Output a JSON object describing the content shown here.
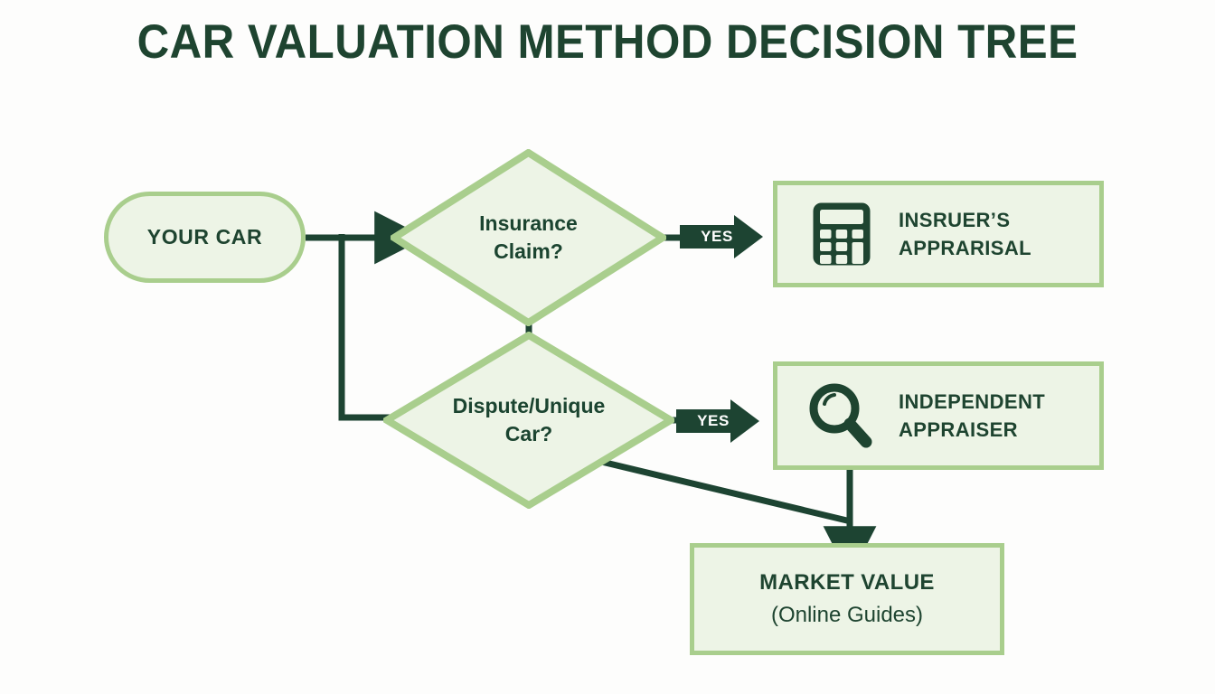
{
  "page": {
    "title": "CAR VALUATION METHOD DECISION TREE",
    "background_color": "#fdfdfc"
  },
  "theme": {
    "dark_green": "#1e4430",
    "border_green": "#a9ce8d",
    "fill_green": "#edf4e6",
    "connector_green": "#1d4432",
    "badge_text_color": "#ffffff"
  },
  "nodes": {
    "start": {
      "label": "YOUR CAR",
      "shape": "rounded-pill"
    },
    "decision_insurance": {
      "line1": "Insurance",
      "line2": "Claim?",
      "shape": "diamond"
    },
    "decision_dispute": {
      "line1": "Dispute/Unique",
      "line2": "Car?",
      "shape": "diamond"
    },
    "outcome_insurer": {
      "line1": "INSRUER’S",
      "line2": "APPRARISAL",
      "icon": "calculator-icon",
      "shape": "rectangle"
    },
    "outcome_independent": {
      "line1": "INDEPENDENT",
      "line2": "APPRAISER",
      "icon": "magnifier-icon",
      "shape": "rectangle"
    },
    "outcome_market": {
      "line1": "MARKET VALUE",
      "line2": "(Online Guides)",
      "shape": "rectangle"
    }
  },
  "edges": {
    "yes_insurance_label": "YES",
    "yes_dispute_label": "YES"
  },
  "chart_data": {
    "type": "diagram",
    "diagram_type": "decision-tree-flowchart",
    "title": "CAR VALUATION METHOD DECISION TREE",
    "nodes": [
      {
        "id": "start",
        "text": "YOUR CAR",
        "shape": "pill"
      },
      {
        "id": "insurance",
        "text": "Insurance Claim?",
        "shape": "diamond"
      },
      {
        "id": "dispute",
        "text": "Dispute/Unique Car?",
        "shape": "diamond"
      },
      {
        "id": "insurer",
        "text": "INSRUER’S APPRARISAL",
        "shape": "rect",
        "icon": "calculator"
      },
      {
        "id": "independent",
        "text": "INDEPENDENT APPRAISER",
        "shape": "rect",
        "icon": "magnifier"
      },
      {
        "id": "market",
        "text": "MARKET VALUE (Online Guides)",
        "shape": "rect"
      }
    ],
    "edges": [
      {
        "from": "start",
        "to": "insurance",
        "label": ""
      },
      {
        "from": "start",
        "to": "dispute",
        "label": ""
      },
      {
        "from": "insurance",
        "to": "insurer",
        "label": "YES"
      },
      {
        "from": "dispute",
        "to": "independent",
        "label": "YES"
      },
      {
        "from": "dispute",
        "to": "market",
        "label": ""
      },
      {
        "from": "independent",
        "to": "market",
        "label": ""
      }
    ]
  }
}
